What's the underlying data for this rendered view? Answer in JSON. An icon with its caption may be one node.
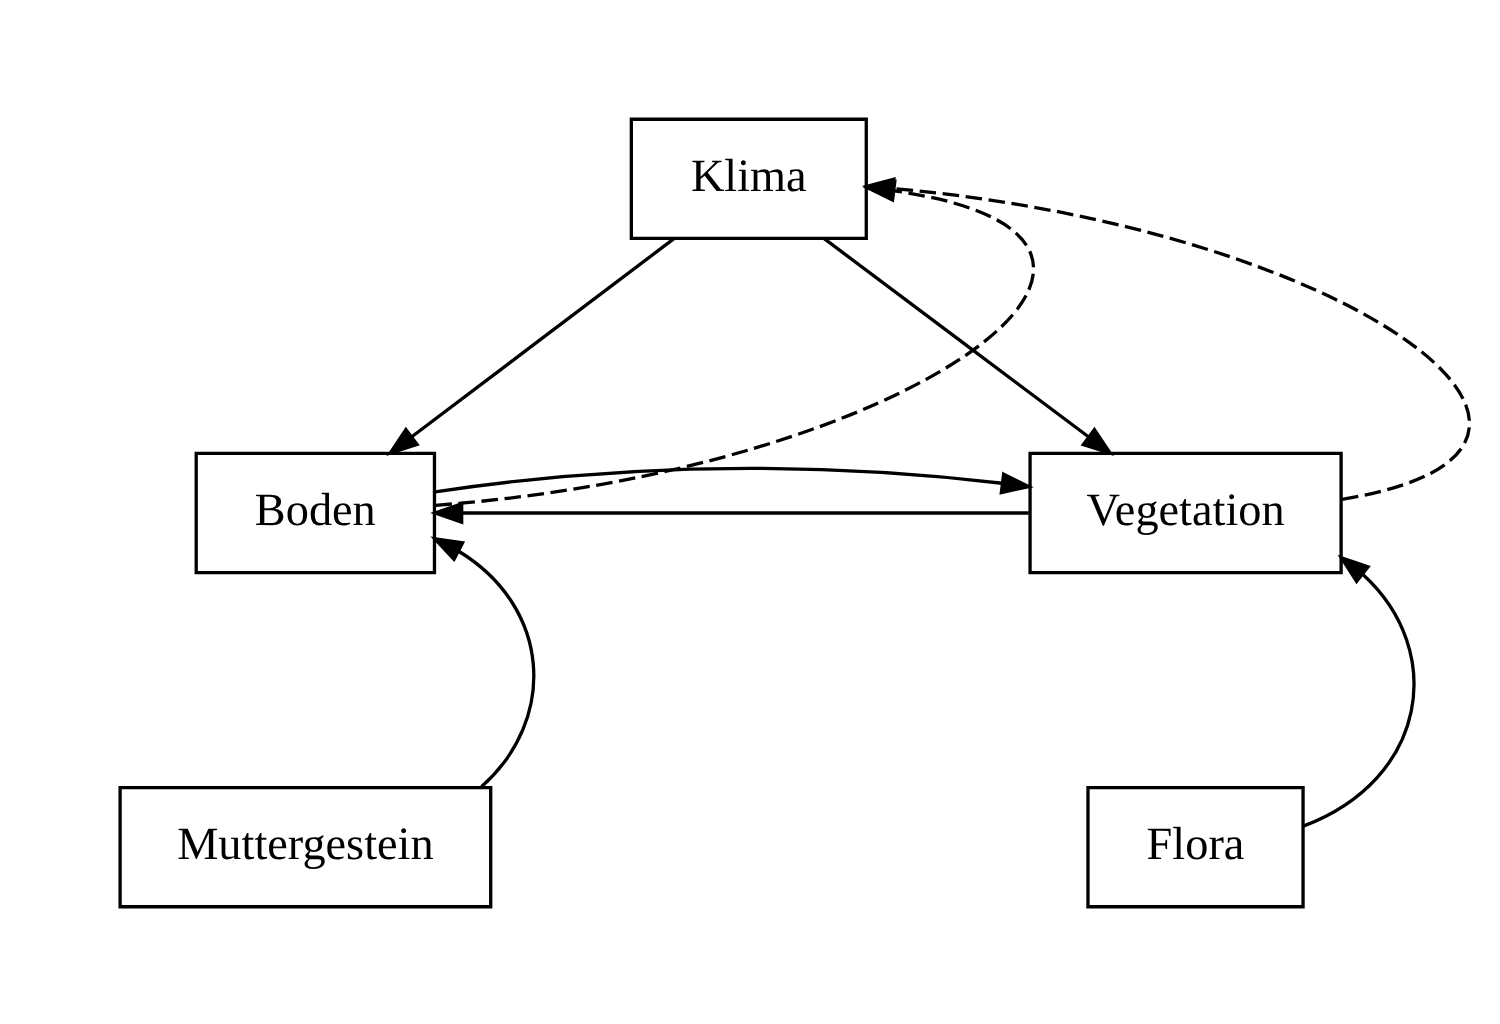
{
  "diagram": {
    "nodes": [
      {
        "text": [
          "Klima"
        ]
      },
      {
        "text": [
          "Boden"
        ]
      },
      {
        "text": [
          "Vegetation"
        ]
      },
      {
        "text": [
          "Muttergestein"
        ]
      },
      {
        "text": [
          "Flora"
        ]
      }
    ],
    "edges": [
      {
        "from": 0,
        "to": 1,
        "arrow": "to"
      },
      {
        "from": 1,
        "to": 0,
        "arrow": "to",
        "style": "dashed"
      },
      {
        "from": 0,
        "to": 2,
        "arrow": "to"
      },
      {
        "from": 2,
        "to": 0,
        "arrow": "to",
        "style": "dashed"
      },
      {
        "from": 2,
        "to": 1,
        "arrow": "to"
      },
      {
        "from": 1,
        "to": 2,
        "arrow": "to"
      },
      {
        "from": 3,
        "to": 1,
        "arrow": "to"
      },
      {
        "from": 4,
        "to": 2,
        "arrow": "to"
      }
    ]
  }
}
